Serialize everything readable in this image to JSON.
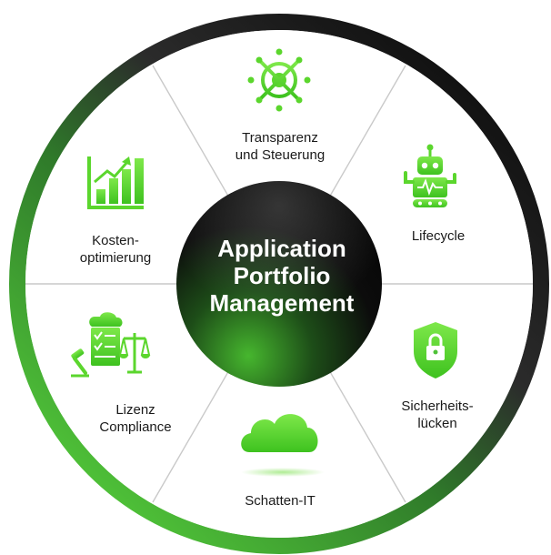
{
  "hub": {
    "lines": [
      "Application",
      "Portfolio",
      "Management"
    ]
  },
  "segments": [
    {
      "id": "transparenz",
      "lines": [
        "Transparenz",
        "und Steuerung"
      ],
      "icon": "ship-wheel-icon"
    },
    {
      "id": "lifecycle",
      "lines": [
        "Lifecycle"
      ],
      "icon": "robot-icon"
    },
    {
      "id": "sicherheit",
      "lines": [
        "Sicherheits-",
        "lücken"
      ],
      "icon": "shield-lock-icon"
    },
    {
      "id": "schatten",
      "lines": [
        "Schatten-IT"
      ],
      "icon": "cloud-icon"
    },
    {
      "id": "lizenz",
      "lines": [
        "Lizenz",
        "Compliance"
      ],
      "icon": "license-compliance-icon"
    },
    {
      "id": "kosten",
      "lines": [
        "Kosten-",
        "optimierung"
      ],
      "icon": "bar-chart-growth-icon"
    }
  ],
  "colors": {
    "accent": "#5bd62d",
    "ring_dark": "#1a1a1a",
    "ring_green": "#3fa535",
    "hub_dark": "#0c0c0c",
    "divider": "#c8c8c8",
    "text": "#1a1a1a"
  }
}
